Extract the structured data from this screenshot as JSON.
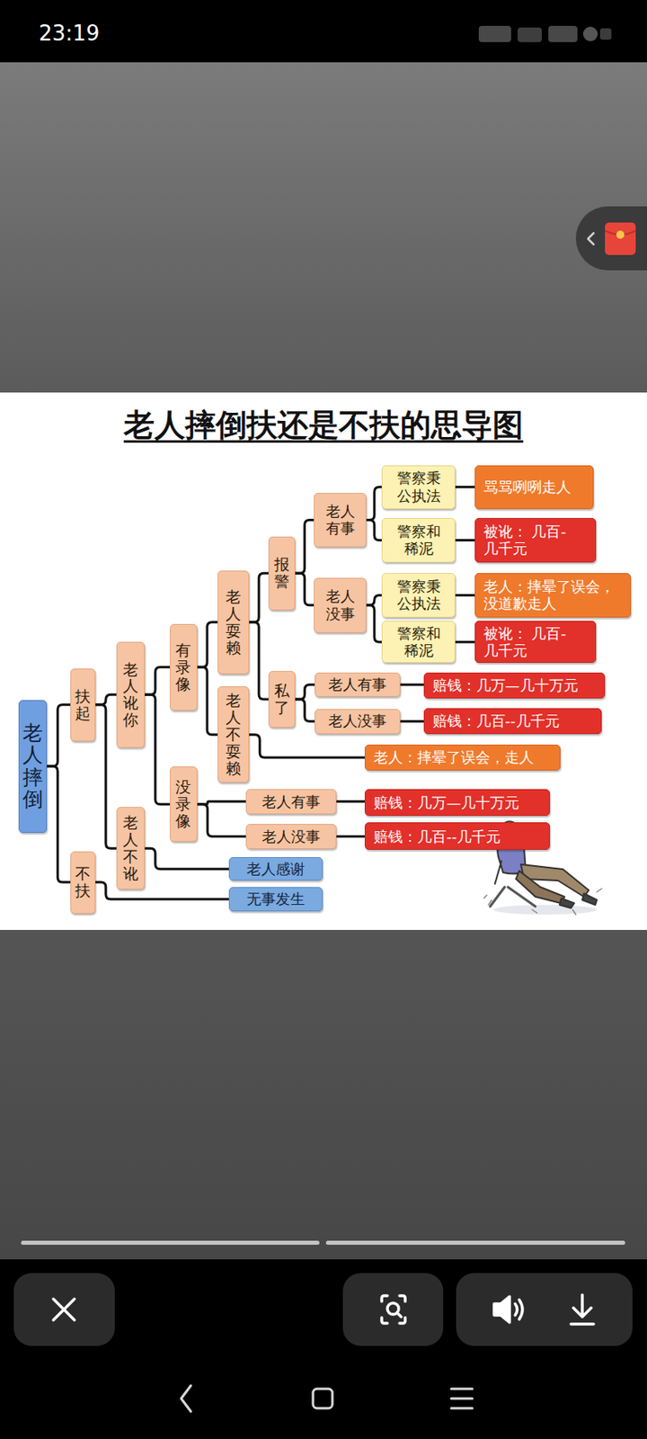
{
  "diagram": {
    "title": "老人摔倒扶还是不扶的思导图",
    "nodes": [
      {
        "text": [
          "老人摔倒"
        ]
      },
      {
        "text": [
          "扶起"
        ]
      },
      {
        "text": [
          "不扶"
        ]
      },
      {
        "text": [
          "老人讹你"
        ]
      },
      {
        "text": [
          "老人不讹"
        ]
      },
      {
        "text": [
          "有录像"
        ]
      },
      {
        "text": [
          "没录像"
        ]
      },
      {
        "text": [
          "老人耍赖"
        ]
      },
      {
        "text": [
          "老人不耍赖"
        ]
      },
      {
        "text": [
          "报警"
        ]
      },
      {
        "text": [
          "私了"
        ]
      },
      {
        "text": [
          "老人 有事"
        ]
      },
      {
        "text": [
          "老人 没事"
        ]
      },
      {
        "text": [
          "警察秉 公执法"
        ]
      },
      {
        "text": [
          "警察和 稀泥"
        ]
      },
      {
        "text": [
          "警察秉 公执法"
        ]
      },
      {
        "text": [
          "警察和 稀泥"
        ]
      },
      {
        "text": [
          "骂骂咧咧走人"
        ]
      },
      {
        "text": [
          "被讹： 几百-几千元"
        ]
      },
      {
        "text": [
          "老人：摔晕了误会， 没道歉走人"
        ]
      },
      {
        "text": [
          "被讹： 几百-几千元"
        ]
      },
      {
        "text": [
          "老人有事"
        ]
      },
      {
        "text": [
          "老人没事"
        ]
      },
      {
        "text": [
          "赔钱：几万—几十万元"
        ]
      },
      {
        "text": [
          "赔钱：几百--几千元"
        ]
      },
      {
        "text": [
          "老人：摔晕了误会，走人"
        ]
      },
      {
        "text": [
          "老人有事"
        ]
      },
      {
        "text": [
          "老人没事"
        ]
      },
      {
        "text": [
          "赔钱：几万—几十万元"
        ]
      },
      {
        "text": [
          "赔钱：几百--几千元"
        ]
      },
      {
        "text": [
          "老人感谢"
        ]
      },
      {
        "text": [
          "无事发生"
        ]
      }
    ],
    "edges": [
      {
        "from": 0,
        "to": 1,
        "arrow": "none"
      },
      {
        "from": 0,
        "to": 2,
        "arrow": "none"
      },
      {
        "from": 1,
        "to": 3,
        "arrow": "none"
      },
      {
        "from": 1,
        "to": 4,
        "arrow": "none"
      },
      {
        "from": 3,
        "to": 5,
        "arrow": "none"
      },
      {
        "from": 3,
        "to": 6,
        "arrow": "none"
      },
      {
        "from": 5,
        "to": 7,
        "arrow": "none"
      },
      {
        "from": 5,
        "to": 8,
        "arrow": "none"
      },
      {
        "from": 7,
        "to": 9,
        "arrow": "none"
      },
      {
        "from": 7,
        "to": 10,
        "arrow": "none"
      },
      {
        "from": 9,
        "to": 11,
        "arrow": "none"
      },
      {
        "from": 9,
        "to": 12,
        "arrow": "none"
      },
      {
        "from": 11,
        "to": 13,
        "arrow": "none"
      },
      {
        "from": 11,
        "to": 14,
        "arrow": "none"
      },
      {
        "from": 12,
        "to": 15,
        "arrow": "none"
      },
      {
        "from": 12,
        "to": 16,
        "arrow": "none"
      },
      {
        "from": 13,
        "to": 17,
        "arrow": "none"
      },
      {
        "from": 14,
        "to": 18,
        "arrow": "none"
      },
      {
        "from": 15,
        "to": 19,
        "arrow": "none"
      },
      {
        "from": 16,
        "to": 20,
        "arrow": "none"
      },
      {
        "from": 10,
        "to": 21,
        "arrow": "none"
      },
      {
        "from": 10,
        "to": 22,
        "arrow": "none"
      },
      {
        "from": 21,
        "to": 23,
        "arrow": "none"
      },
      {
        "from": 22,
        "to": 24,
        "arrow": "none"
      },
      {
        "from": 8,
        "to": 25,
        "arrow": "none"
      },
      {
        "from": 6,
        "to": 26,
        "arrow": "none"
      },
      {
        "from": 6,
        "to": 27,
        "arrow": "none"
      },
      {
        "from": 26,
        "to": 28,
        "arrow": "none"
      },
      {
        "from": 27,
        "to": 29,
        "arrow": "none"
      },
      {
        "from": 4,
        "to": 30,
        "arrow": "none"
      },
      {
        "from": 2,
        "to": 31,
        "arrow": "none"
      }
    ],
    "labels": [
      "23:19"
    ]
  }
}
